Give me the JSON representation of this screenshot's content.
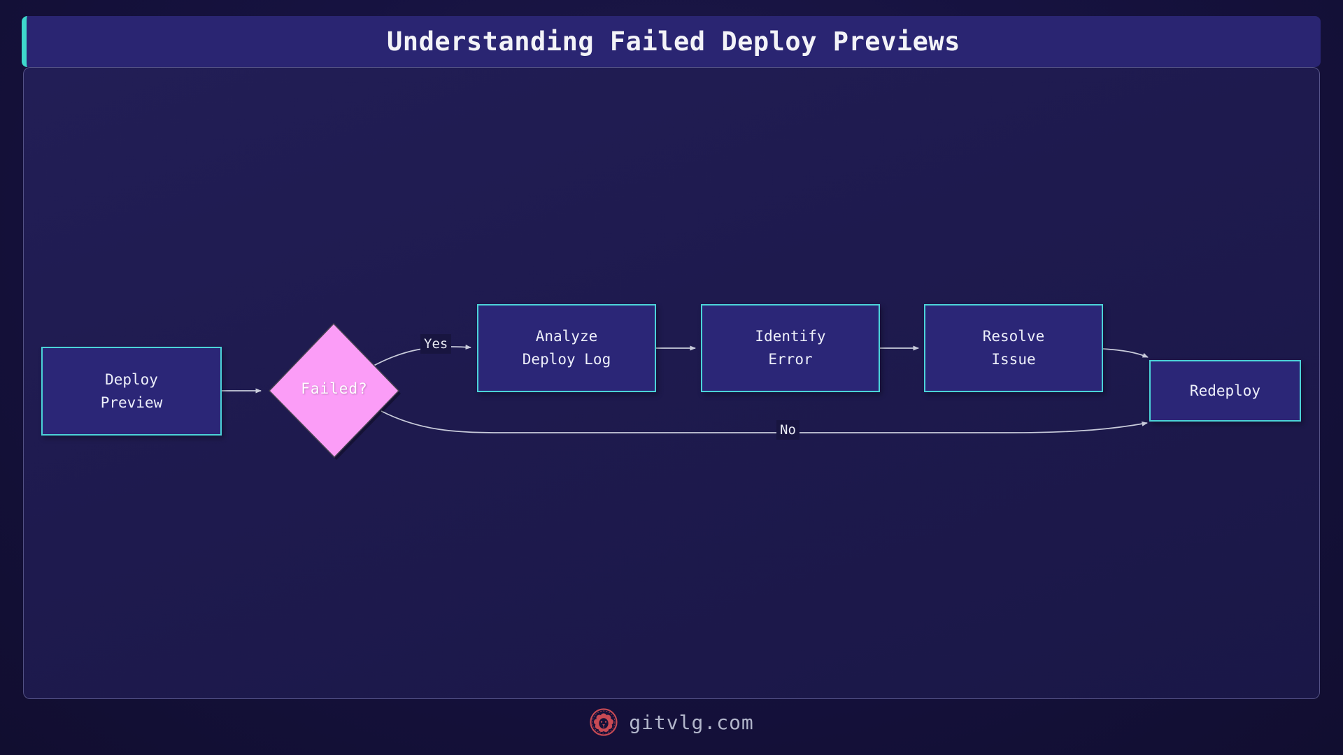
{
  "header": {
    "title": "Understanding Failed Deploy Previews"
  },
  "flowchart": {
    "nodes": {
      "deploy_preview": {
        "lines": [
          "Deploy",
          "Preview"
        ]
      },
      "failed": {
        "label": "Failed?"
      },
      "analyze": {
        "lines": [
          "Analyze",
          "Deploy Log"
        ]
      },
      "identify": {
        "lines": [
          "Identify",
          "Error"
        ]
      },
      "resolve": {
        "lines": [
          "Resolve",
          "Issue"
        ]
      },
      "redeploy": {
        "label": "Redeploy"
      }
    },
    "edges": [
      {
        "from": "Deploy Preview",
        "to": "Failed?",
        "label": ""
      },
      {
        "from": "Failed?",
        "to": "Analyze Deploy Log",
        "label": "Yes"
      },
      {
        "from": "Analyze Deploy Log",
        "to": "Identify Error",
        "label": ""
      },
      {
        "from": "Identify Error",
        "to": "Resolve Issue",
        "label": ""
      },
      {
        "from": "Resolve Issue",
        "to": "Redeploy",
        "label": ""
      },
      {
        "from": "Failed?",
        "to": "Redeploy",
        "label": "No"
      }
    ]
  },
  "footer": {
    "site": "gitvlg.com",
    "logo_icon": "lion-medallion-icon"
  },
  "colors": {
    "page_bg": "#161240",
    "panel_bg": "#1f1b4e",
    "header_bg": "#2a2572",
    "accent_teal": "#3ed8cc",
    "node_bg": "#2b2677",
    "node_border": "#4bd3d8",
    "decision_fill": "#fb9df7",
    "connector": "#c9ccdb",
    "title_text": "#f3f3f8",
    "edge_label_bg": "#181540",
    "footer_text": "#b2b6cb",
    "logo_red": "#c84a54"
  }
}
